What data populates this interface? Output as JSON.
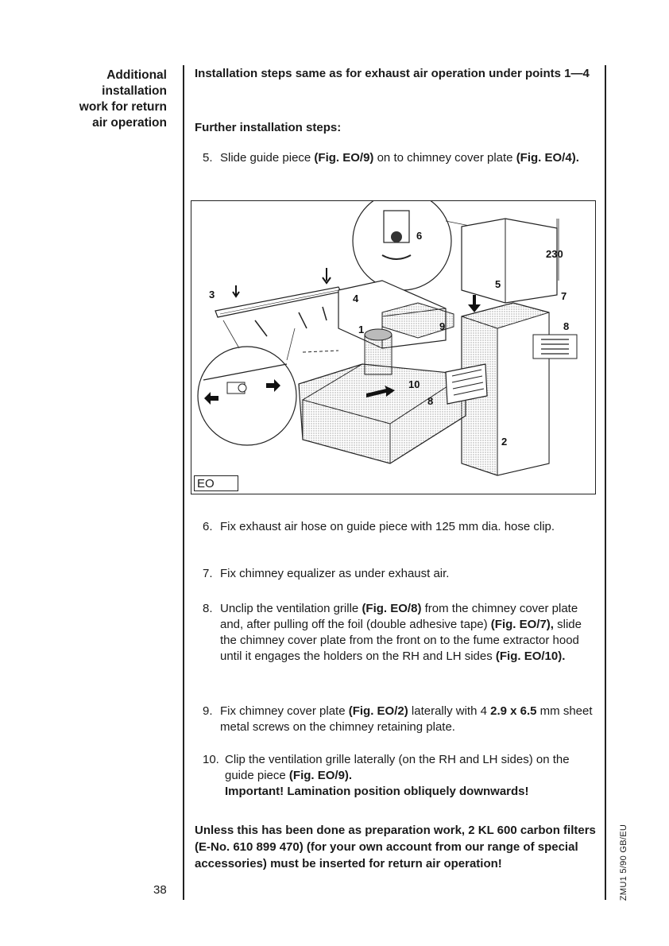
{
  "sidebar": {
    "title_lines": [
      "Additional",
      "installation",
      "work for return",
      "air operation"
    ]
  },
  "intro": "Installation steps same as for exhaust air operation under points 1—4",
  "further_heading": "Further installation steps:",
  "steps": [
    {
      "num": "5.",
      "parts": [
        {
          "text": "Slide guide piece ",
          "bold": false
        },
        {
          "text": "(Fig. EO/9)",
          "bold": true
        },
        {
          "text": " on to chimney cover plate ",
          "bold": false
        },
        {
          "text": "(Fig. EO/4).",
          "bold": true
        }
      ]
    },
    {
      "num": "6.",
      "parts": [
        {
          "text": "Fix exhaust air hose on guide piece with 125 mm dia. hose clip.",
          "bold": false
        }
      ]
    },
    {
      "num": "7.",
      "parts": [
        {
          "text": "Fix chimney equalizer as under exhaust air.",
          "bold": false
        }
      ]
    },
    {
      "num": "8.",
      "parts": [
        {
          "text": "Unclip the ventilation grille ",
          "bold": false
        },
        {
          "text": "(Fig. EO/8)",
          "bold": true
        },
        {
          "text": " from the chimney cover plate and, after pulling off the foil (double adhesive tape) ",
          "bold": false
        },
        {
          "text": "(Fig. EO/7),",
          "bold": true
        },
        {
          "text": " slide the chimney cover plate from the front on to the fume extractor hood until it engages the holders on the RH and LH sides ",
          "bold": false
        },
        {
          "text": "(Fig. EO/10).",
          "bold": true
        }
      ]
    },
    {
      "num": "9.",
      "parts": [
        {
          "text": "Fix chimney cover plate ",
          "bold": false
        },
        {
          "text": "(Fig. EO/2)",
          "bold": true
        },
        {
          "text": " laterally with 4 ",
          "bold": false
        },
        {
          "text": "2.9 x 6.5",
          "bold": true
        },
        {
          "text": " mm sheet metal screws on the chimney retaining plate.",
          "bold": false
        }
      ]
    },
    {
      "num": "10.",
      "parts": [
        {
          "text": "Clip the ventilation grille laterally (on the RH and LH sides) on the guide piece ",
          "bold": false
        },
        {
          "text": "(Fig. EO/9).",
          "bold": true
        },
        {
          "text": "\nImportant! Lamination position obliquely downwards!",
          "bold": true
        }
      ]
    }
  ],
  "figure": {
    "label": "EO",
    "callouts": {
      "c1": "1",
      "c2": "2",
      "c3": "3",
      "c4": "4",
      "c5": "5",
      "c6": "6",
      "c7": "7",
      "c8a": "8",
      "c8b": "8",
      "c9": "9",
      "c10": "10",
      "dim": "230"
    }
  },
  "note": "Unless this has been done as preparation work, 2 KL 600 carbon filters (E-No. 610 899 470) (for your own account from our range of special accessories) must be inserted for return air operation!",
  "page_number": "38",
  "doc_code": "ZMU1 5/90  GB/EU"
}
